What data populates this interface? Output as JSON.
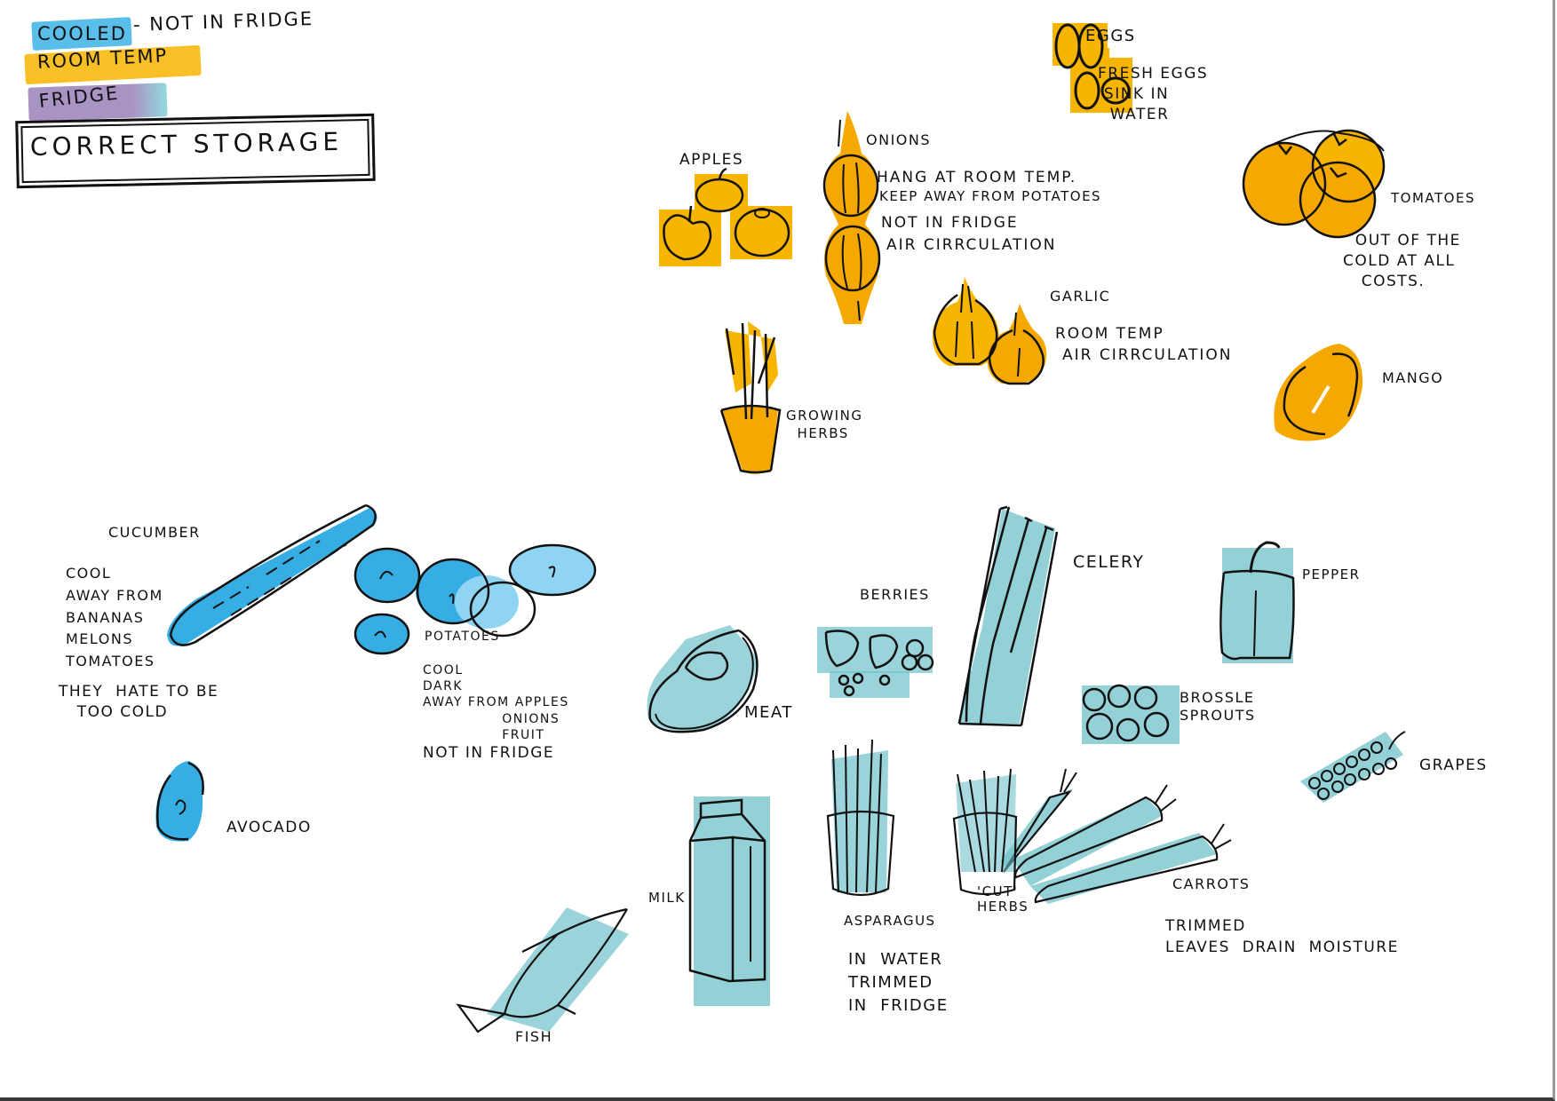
{
  "legend": {
    "items": [
      {
        "label": "COOLED",
        "suffix": "- NOT IN FRIDGE",
        "color": "#3cb4e6"
      },
      {
        "label": "ROOM TEMP",
        "color": "#f7b500"
      },
      {
        "label": "FRIDGE",
        "color": "#9a80b8",
        "edge": "#7fd3d9"
      }
    ],
    "title": "CORRECT STORAGE"
  },
  "colors": {
    "room_temp": "#f5a800",
    "room_temp_light": "#ffd34a",
    "cooled": "#37aee3",
    "cooled_light": "#8fd5f3",
    "fridge": "#6fc1c9",
    "fridge_light": "#b6e3e6",
    "ink": "#111111"
  },
  "room_temp_items": {
    "eggs": {
      "label": "EGGS",
      "note": "FRESH EGGS\n SINK IN\n  WATER"
    },
    "apples": {
      "label": "APPLES"
    },
    "onions": {
      "label": "ONIONS",
      "notes": [
        "HANG AT ROOM TEMP.",
        "KEEP AWAY  FROM  POTATOES",
        "NOT  IN  FRIDGE",
        "AIR  CIRRCULATION"
      ]
    },
    "tomatoes": {
      "label": "TOMATOES",
      "note": "  OUT OF THE\nCOLD AT ALL\n   COSTS."
    },
    "garlic": {
      "label": "GARLIC",
      "notes": [
        "ROOM TEMP",
        "AIR  CIRRCULATION"
      ]
    },
    "herbs": {
      "label": "GROWING\n  HERBS"
    },
    "mango": {
      "label": "MANGO"
    }
  },
  "cooled_items": {
    "cucumber": {
      "label": "CUCUMBER",
      "notes": "COOL\nAWAY FROM\nBANANAS\nMELONS\nTOMATOES",
      "note2": "THEY  HATE TO BE\n   TOO COLD"
    },
    "potatoes": {
      "label": "POTATOES",
      "notes": "COOL\nDARK\nAWAY FROM APPLES\n               ONIONS\n               FRUIT",
      "note2": "NOT  IN  FRIDGE"
    },
    "avocado": {
      "label": "AVOCADO"
    }
  },
  "fridge_items": {
    "meat": {
      "label": "MEAT"
    },
    "berries": {
      "label": "BERRIES"
    },
    "celery": {
      "label": "CELERY"
    },
    "pepper": {
      "label": "PEPPER"
    },
    "sprouts": {
      "label": "BROSSLE\nSPROUTS"
    },
    "grapes": {
      "label": "GRAPES"
    },
    "carrots": {
      "label": "CARROTS",
      "notes": "TRIMMED\nLEAVES  DRAIN  MOISTURE"
    },
    "asparagus": {
      "label": "ASPARAGUS",
      "notes": "IN  WATER\nTRIMMED\nIN  FRIDGE"
    },
    "cut_herbs": {
      "label": "'CUT'\nHERBS"
    },
    "milk": {
      "label": "MILK"
    },
    "fish": {
      "label": "FISH"
    }
  }
}
